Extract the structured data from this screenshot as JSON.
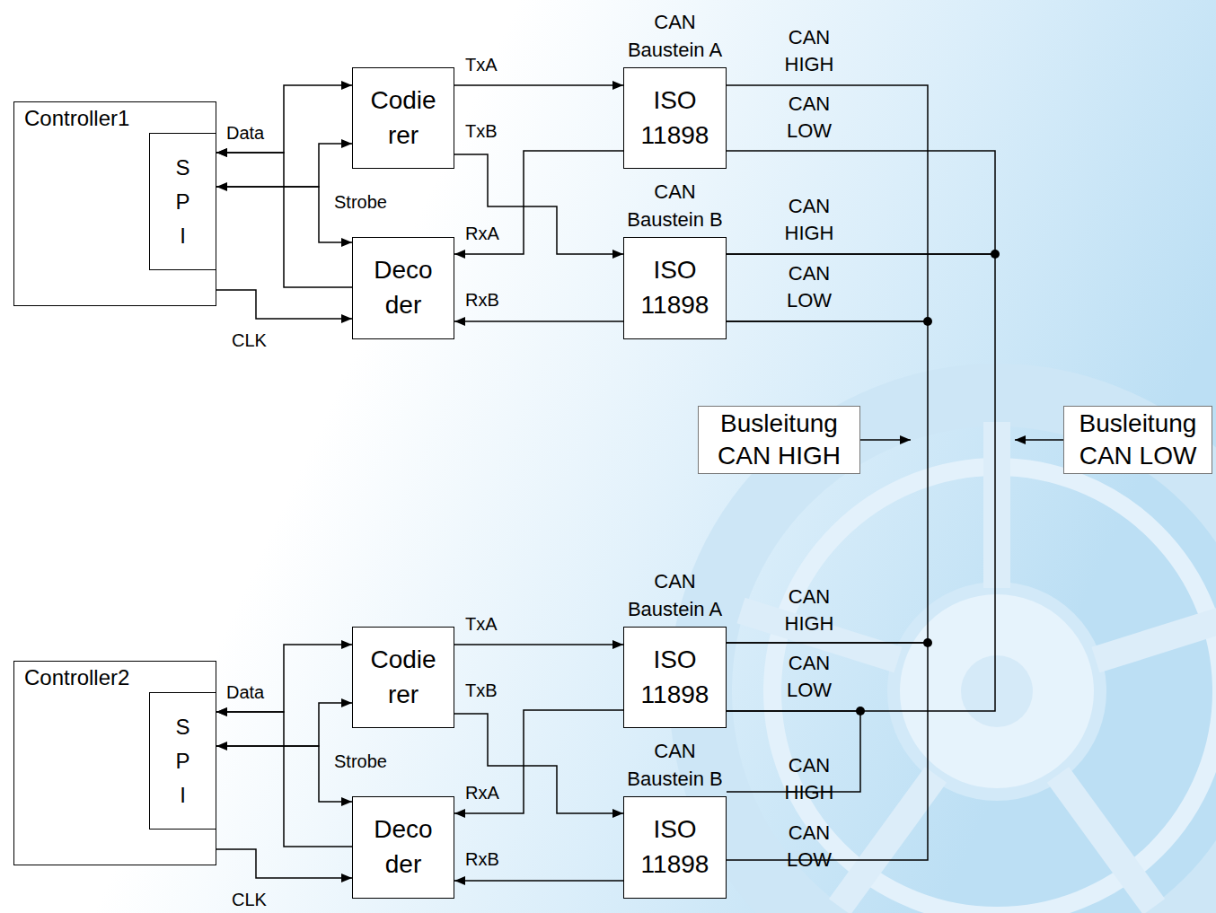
{
  "diagram": {
    "nodes": [
      {
        "text": [
          "Controller1"
        ]
      },
      {
        "text": [
          "S P I"
        ],
        "in": 0
      },
      {
        "text": [
          "Codie rer"
        ]
      },
      {
        "text": [
          "Deco der"
        ]
      },
      {
        "text": [
          "CAN Baustein A",
          "ISO 11898"
        ]
      },
      {
        "text": [
          "CAN Baustein B",
          "ISO 11898"
        ]
      },
      {
        "text": [
          "Busleitung CAN HIGH"
        ]
      },
      {
        "text": [
          "Busleitung CAN LOW"
        ]
      },
      {
        "text": [
          "Controller2"
        ]
      },
      {
        "text": [
          "S P I"
        ],
        "in": 8
      },
      {
        "text": [
          "Codie rer"
        ]
      },
      {
        "text": [
          "Deco der"
        ]
      },
      {
        "text": [
          "CAN Baustein A",
          "ISO 11898"
        ]
      },
      {
        "text": [
          "CAN Baustein B",
          "ISO 11898"
        ]
      }
    ],
    "edges": [
      {
        "from": 1,
        "to": 2,
        "arrow": "both",
        "label": "Data"
      },
      {
        "from": 3,
        "to": 1,
        "arrow": "to"
      },
      {
        "from": 1,
        "to": 2,
        "arrow": "both",
        "label": "Strobe"
      },
      {
        "from": 1,
        "to": 3,
        "arrow": "to"
      },
      {
        "from": 0,
        "to": 3,
        "arrow": "to",
        "label": "CLK"
      },
      {
        "from": 2,
        "to": 4,
        "arrow": "to",
        "label": "TxA"
      },
      {
        "from": 2,
        "to": 5,
        "arrow": "to",
        "label": "TxB"
      },
      {
        "from": 4,
        "to": 3,
        "arrow": "to",
        "label": "RxA"
      },
      {
        "from": 5,
        "to": 3,
        "arrow": "to",
        "label": "RxB"
      },
      {
        "from": 9,
        "to": 10,
        "arrow": "both",
        "label": "Data"
      },
      {
        "from": 11,
        "to": 9,
        "arrow": "to"
      },
      {
        "from": 9,
        "to": 10,
        "arrow": "both",
        "label": "Strobe"
      },
      {
        "from": 9,
        "to": 11,
        "arrow": "to"
      },
      {
        "from": 8,
        "to": 11,
        "arrow": "to",
        "label": "CLK"
      },
      {
        "from": 10,
        "to": 12,
        "arrow": "to",
        "label": "TxA"
      },
      {
        "from": 10,
        "to": 13,
        "arrow": "to",
        "label": "TxB"
      },
      {
        "from": 12,
        "to": 11,
        "arrow": "to",
        "label": "RxA"
      },
      {
        "from": 13,
        "to": 11,
        "arrow": "to",
        "label": "RxB"
      },
      {
        "from": 4,
        "to": 5,
        "arrow": "none"
      },
      {
        "from": 5,
        "to": 12,
        "arrow": "none"
      },
      {
        "from": 12,
        "to": 13,
        "arrow": "none"
      },
      {
        "from": 4,
        "to": 5,
        "arrow": "none"
      },
      {
        "from": 5,
        "to": 12,
        "arrow": "none"
      },
      {
        "from": 12,
        "to": 13,
        "arrow": "none"
      }
    ],
    "labels": [
      "CAN HIGH",
      "CAN LOW",
      "CAN HIGH",
      "CAN LOW",
      "CAN HIGH",
      "CAN LOW",
      "CAN HIGH",
      "CAN LOW"
    ]
  }
}
